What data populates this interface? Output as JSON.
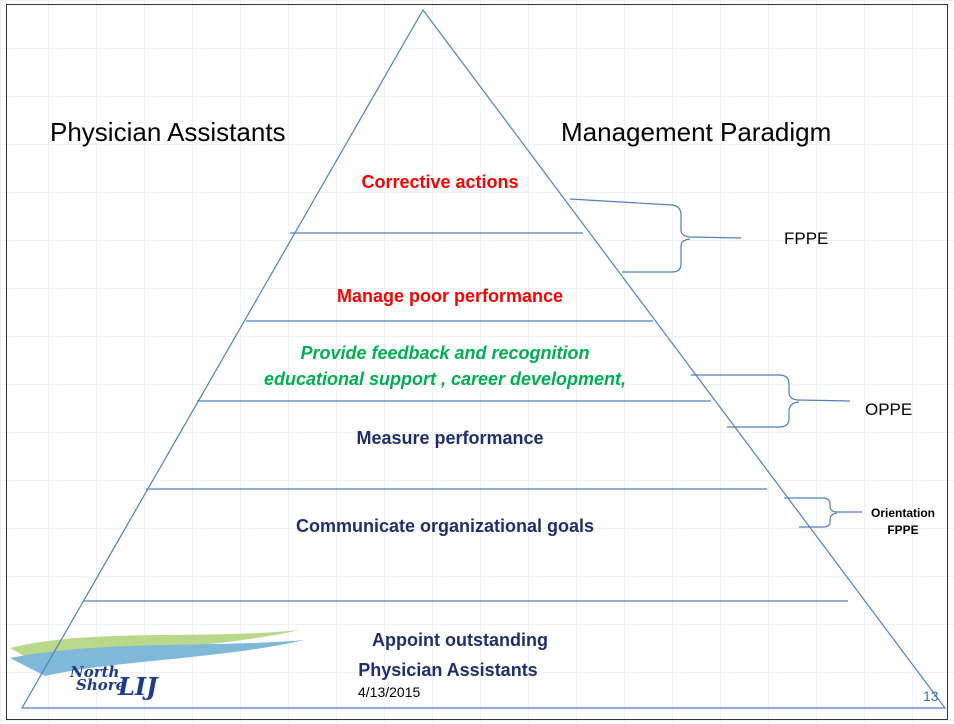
{
  "header": {
    "left_title": "Physician Assistants",
    "right_title": "Management Paradigm"
  },
  "pyramid": {
    "levels": [
      {
        "text": "Corrective actions",
        "color": "#ff0000"
      },
      {
        "text": "Manage poor performance",
        "color": "#ff0000"
      },
      {
        "line1": "Provide feedback and recognition",
        "line2": "educational support , career development,",
        "color": "#00b050"
      },
      {
        "text": "Measure performance",
        "color": "#1f2f6e"
      },
      {
        "text": "Communicate organizational goals",
        "color": "#1f2f6e"
      },
      {
        "line1": "Appoint outstanding",
        "line2": "Physician  Assistants",
        "color": "#1f2f6e"
      }
    ]
  },
  "brackets": {
    "fppe": "FPPE",
    "oppe": "OPPE",
    "orientation_line1": "Orientation",
    "orientation_line2": "FPPE"
  },
  "footer": {
    "date": "4/13/2015",
    "page_number": "13",
    "logo_word1": "North",
    "logo_word2": "Shore",
    "logo_word3": "LIJ"
  }
}
